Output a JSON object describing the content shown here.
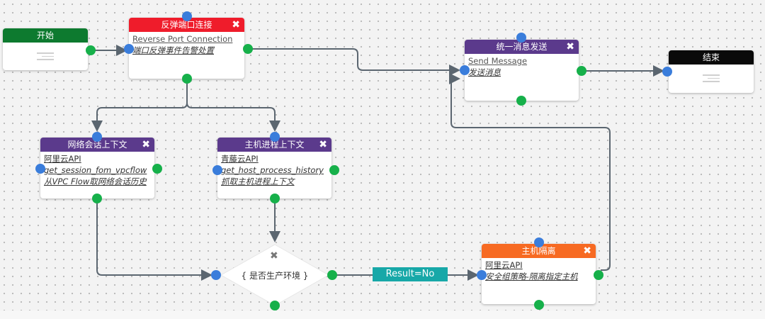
{
  "colors": {
    "start": "#0d7a2f",
    "alert": "#ef1c2b",
    "purple": "#5b3a8c",
    "orange": "#f76a22",
    "end": "#0a0a0a",
    "edge": "#5b6670",
    "port_in": "#3a7ddb",
    "port_out": "#16b04a",
    "condition_label": "#17a8a8"
  },
  "nodes": {
    "start": {
      "title": "开始",
      "icon": "placeholder-lines-icon"
    },
    "reverse_port": {
      "title": "反弹端口连接",
      "en_title": "Reverse Port Connection",
      "subtitle": "端口反弹事件告警处置"
    },
    "send_message": {
      "title": "统一消息发送",
      "en_title": "Send Message",
      "subtitle": "发送消息"
    },
    "end": {
      "title": "结束",
      "icon": "placeholder-lines-icon"
    },
    "network_context": {
      "title": "网络会话上下文",
      "api": "阿里云API",
      "function": "get_session_fom_vpcflow",
      "subtitle": "从VPC Flow取网络会话历史"
    },
    "host_process": {
      "title": "主机进程上下文",
      "api": "青藤云API",
      "function": "get_host_process_history",
      "subtitle": "抓取主机进程上下文"
    },
    "decision": {
      "label": "{ 是否生产环境 }"
    },
    "host_isolation": {
      "title": "主机隔离",
      "api": "阿里云API",
      "subtitle": "安全组策略-隔离指定主机"
    }
  },
  "edges": {
    "condition_label": "Result=No"
  }
}
